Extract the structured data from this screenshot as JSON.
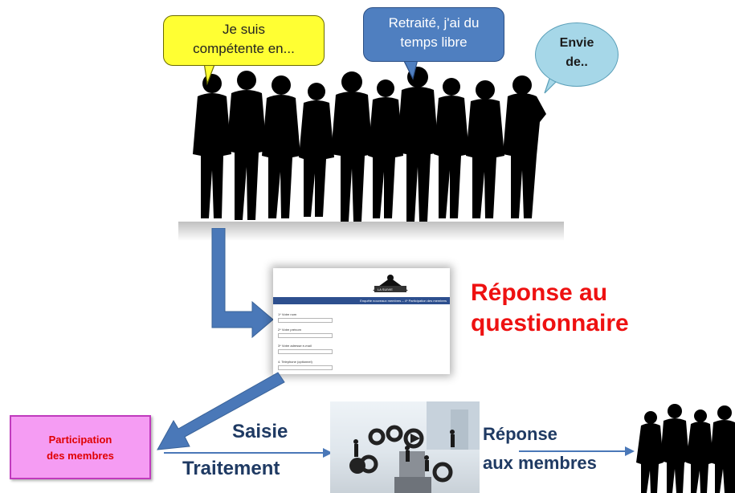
{
  "bubbles": {
    "yellow": [
      "Je suis",
      "compétente en..."
    ],
    "blue": [
      "Retraité, j'ai du",
      "temps libre"
    ],
    "cyan": [
      "Envie",
      "de.."
    ]
  },
  "form": {
    "logo_text": "LA SUIVIE",
    "banner": "Enquête nouveaux membres – 4* Participation des membres",
    "questions": [
      "1* Votre nom",
      "2* Votre prénom",
      "3* Votre adresse e-mail",
      "4. Telephone (optionnel)"
    ]
  },
  "questionnaire_title": [
    "Réponse au",
    "questionnaire"
  ],
  "participation_box": [
    "Participation",
    "des membres"
  ],
  "saisie": "Saisie",
  "traitement": "Traitement",
  "reponse_membres": [
    "Réponse",
    "aux membres"
  ],
  "colors": {
    "arrow_blue": "#4a78b8",
    "title_red": "#ee1111",
    "navy_text": "#1f3a63",
    "pink_fill": "#f59cf3",
    "bubble_yellow": "#ffff33",
    "bubble_blue": "#4f7fc0",
    "bubble_cyan": "#a6d7e8"
  }
}
